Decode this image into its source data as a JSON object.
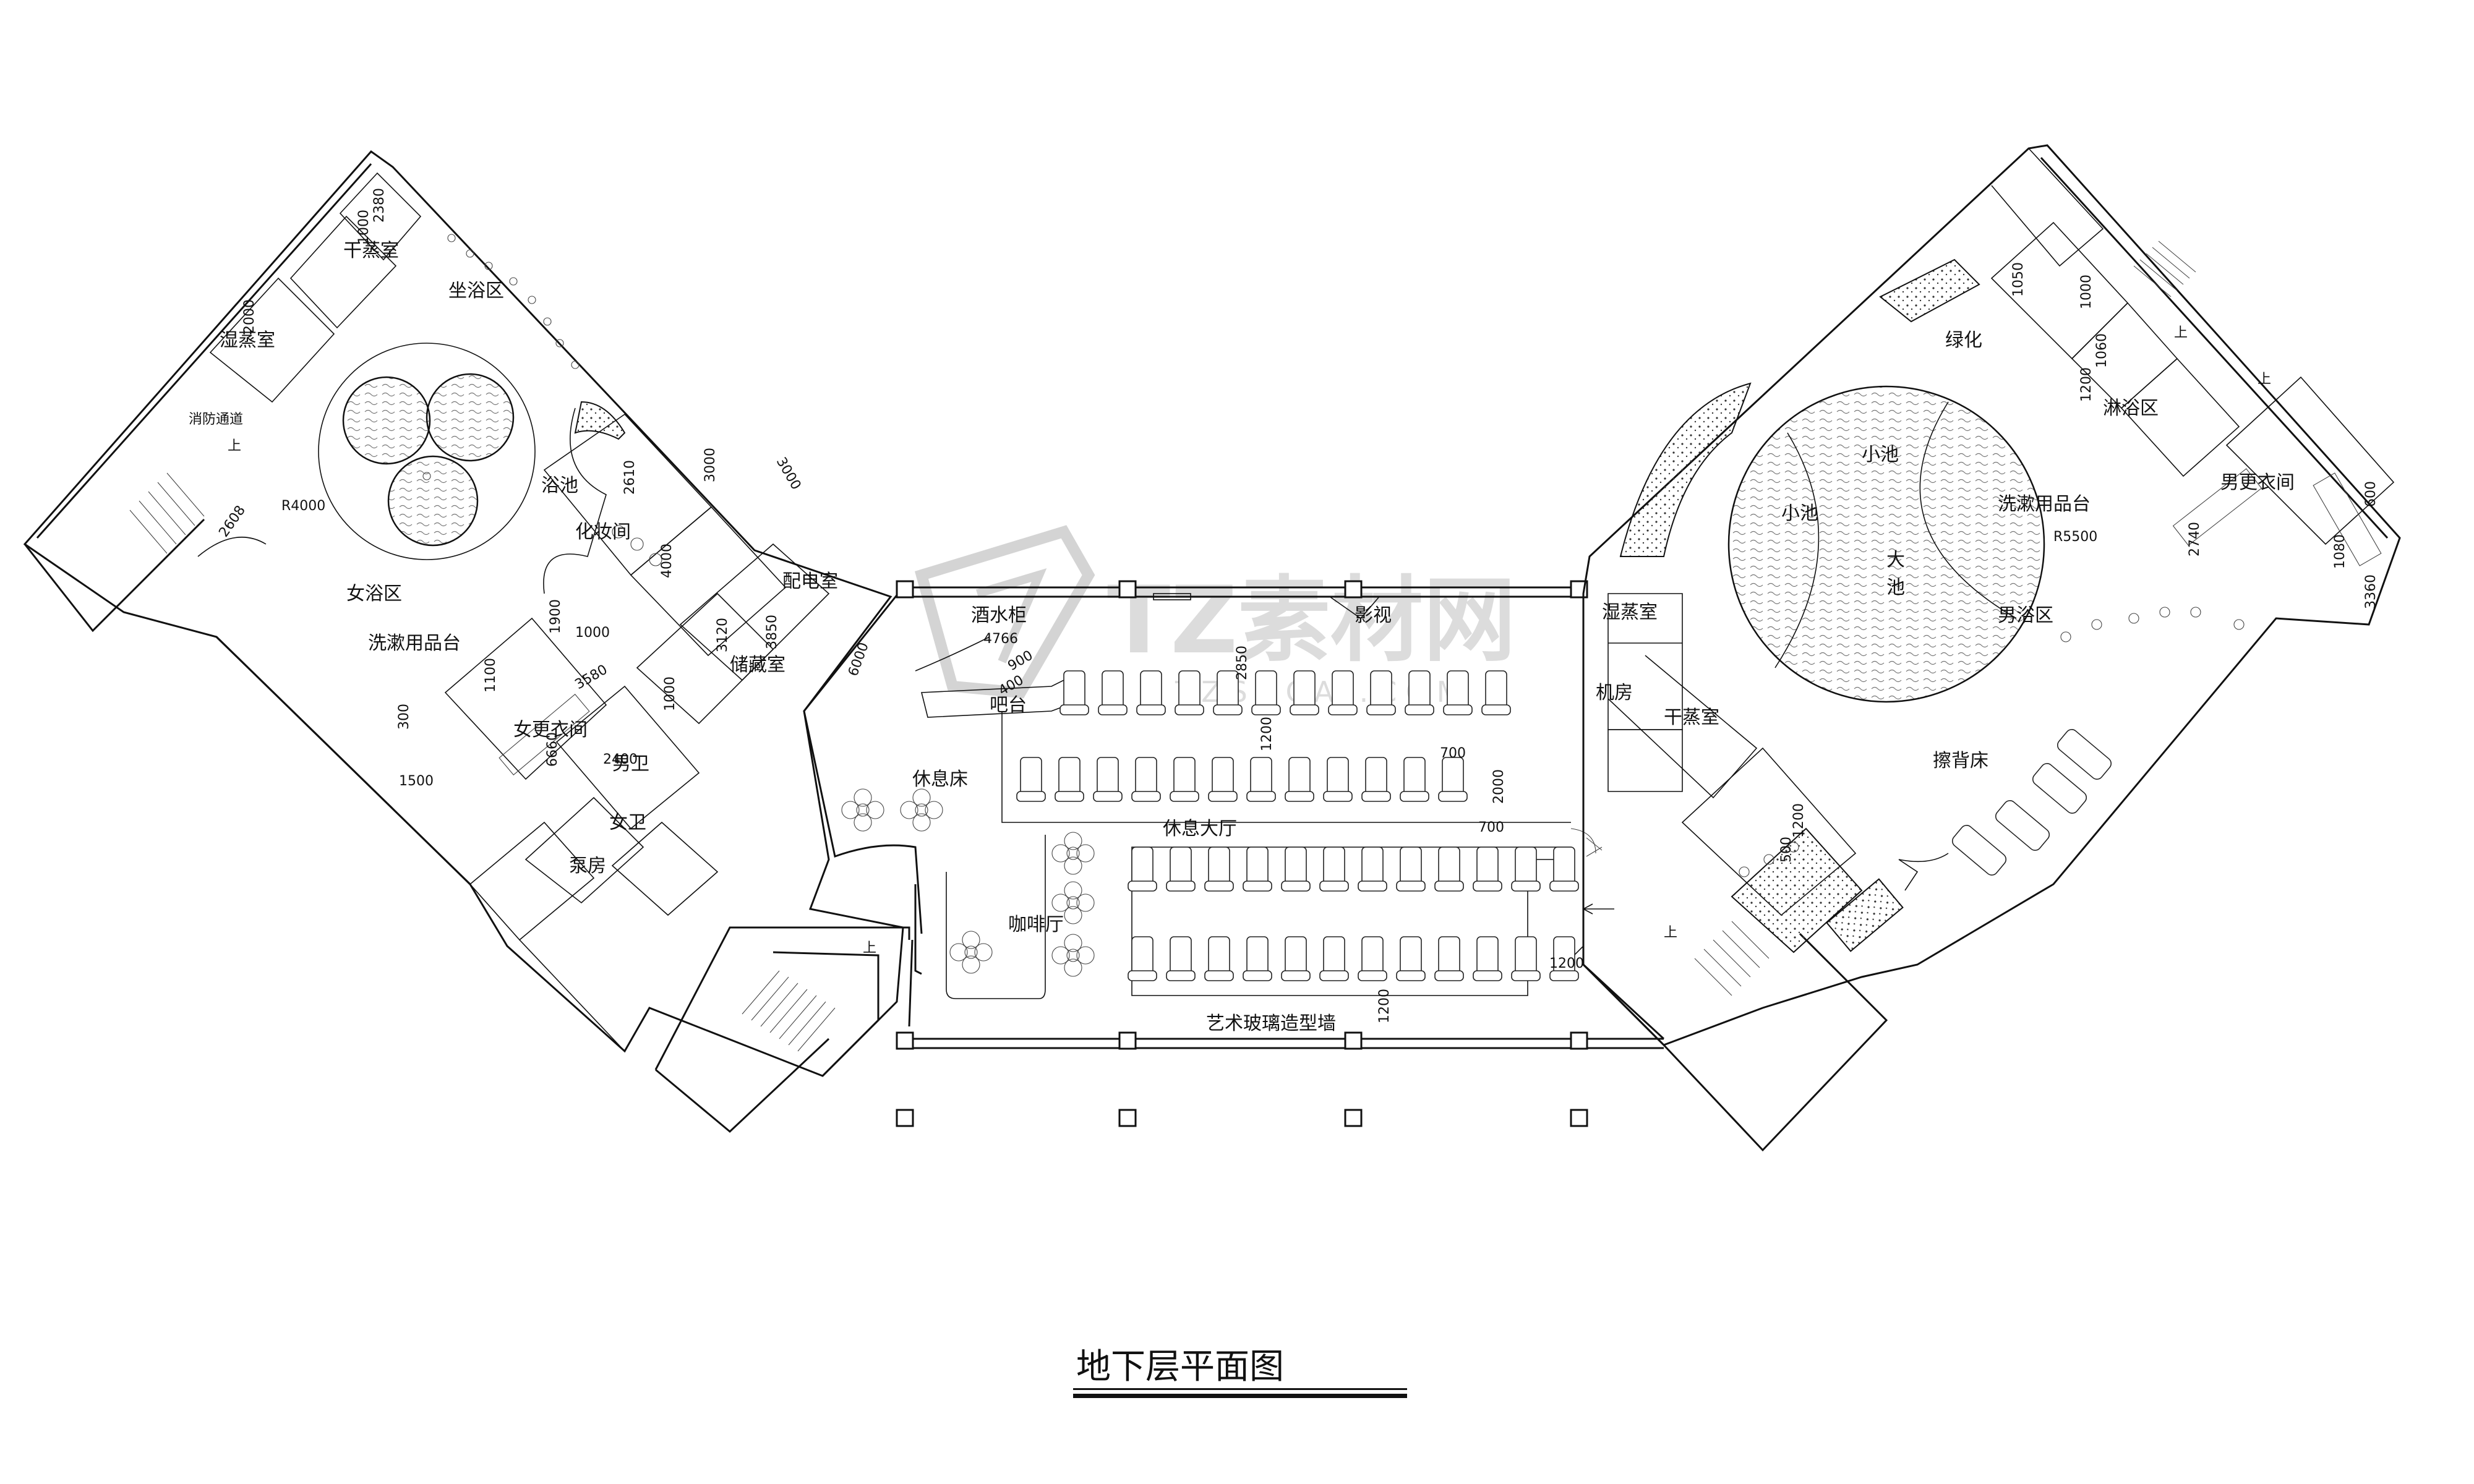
{
  "title": "地下层平面图",
  "watermark": {
    "logo": "TZ素材网",
    "url": "TZSUCAI.COM"
  },
  "rooms": {
    "dry_sauna_w": "干蒸室",
    "wet_sauna_w": "湿蒸室",
    "sitting_bath": "坐浴区",
    "fire_exit": "消防通道",
    "bath_pool_w": "浴池",
    "women_bath": "女浴区",
    "toiletries_w": "洗漱用品台",
    "makeup": "化妆间",
    "power_room": "配电室",
    "storage": "储藏室",
    "women_locker": "女更衣间",
    "men_wc": "男卫",
    "women_wc": "女卫",
    "pump_room": "泵房",
    "bar_counter": "吧台",
    "water_bar": "酒水柜",
    "video": "影视",
    "rest_bed": "休息床",
    "rest_hall": "休息大厅",
    "cafe": "咖啡厅",
    "art_glass_wall": "艺术玻璃造型墙",
    "machine_room": "机房",
    "wet_sauna_m": "湿蒸室",
    "dry_sauna_m": "干蒸室",
    "greening": "绿化",
    "shower": "淋浴区",
    "small_pool_1": "小池",
    "small_pool_2": "小池",
    "big_pool_1": "大",
    "big_pool_2": "池",
    "toiletries_m": "洗漱用品台",
    "men_locker": "男更衣间",
    "men_bath": "男浴区",
    "massage_bed": "擦背床",
    "up_1": "上",
    "up_2": "上",
    "up_3": "上",
    "up_4": "上",
    "up_5": "上"
  },
  "dims": {
    "d2380": "2380",
    "d1000a": "1000",
    "d2000a": "2000",
    "r4000": "R4000",
    "d2608": "2608",
    "d3000a": "3000",
    "d3000b": "3000",
    "d2610": "2610",
    "d4000": "4000",
    "d1900": "1900",
    "d1000b": "1000",
    "d3580": "3580",
    "d1100": "1100",
    "d6660": "6660",
    "d1000c": "1000",
    "d2400": "2400",
    "d300": "300",
    "d1500": "1500",
    "d3120": "3120",
    "d3850": "3850",
    "d6000": "6000",
    "d4766": "4766",
    "d900": "900",
    "d400": "400",
    "d2850": "2850",
    "d1200a": "1200",
    "d700a": "700",
    "d2000b": "2000",
    "d700b": "700",
    "d1200b": "1200",
    "d1200c": "1200",
    "d1000d": "1000",
    "d1050": "1050",
    "d1060": "1060",
    "d1200d": "1200",
    "r5500": "R5500",
    "d2740": "2740",
    "d1080": "1080",
    "d600": "600",
    "d3360": "3360",
    "d1200e": "1200",
    "d500": "500"
  }
}
